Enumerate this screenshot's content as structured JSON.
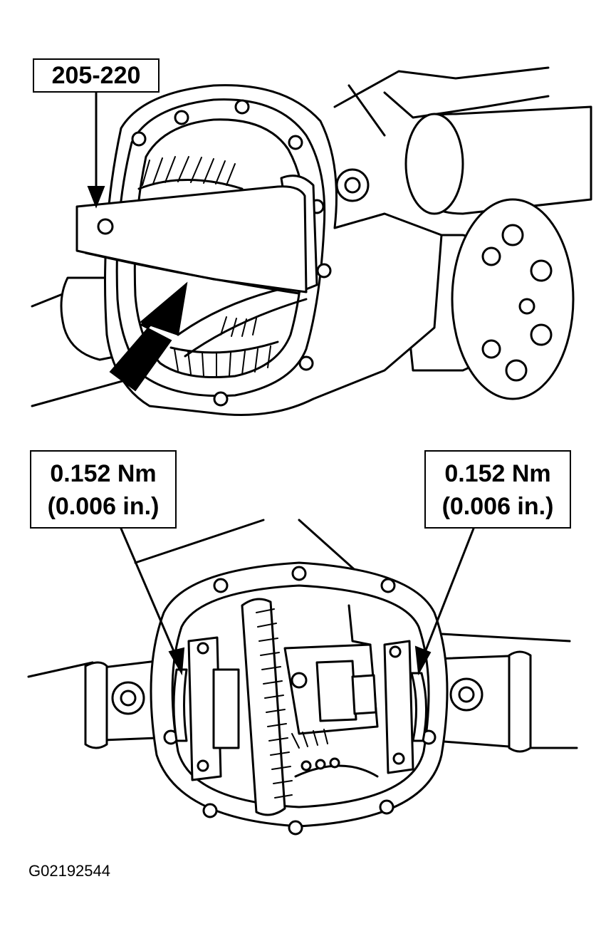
{
  "top_view": {
    "tool_label": "205-220"
  },
  "bottom_view": {
    "left_label": {
      "line1": "0.152 Nm",
      "line2": "(0.006 in.)"
    },
    "right_label": {
      "line1": "0.152 Nm",
      "line2": "(0.006 in.)"
    }
  },
  "figure_id": "G02192544"
}
